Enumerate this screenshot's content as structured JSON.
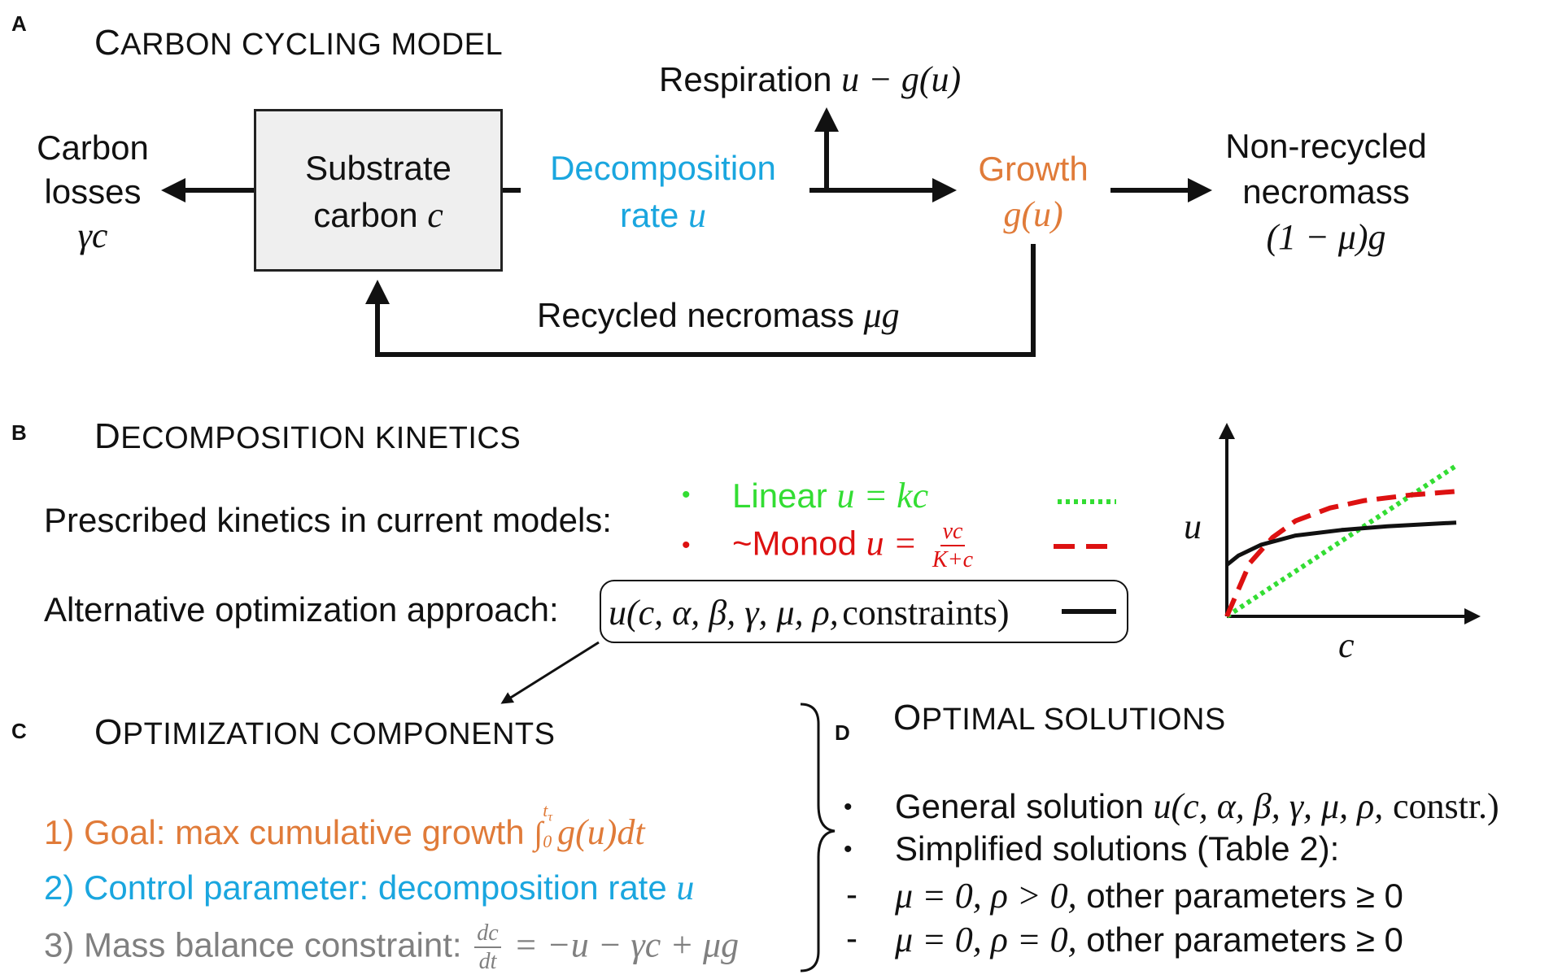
{
  "colors": {
    "blue": "#1aa6df",
    "orange": "#e07b39",
    "green": "#33dd33",
    "red": "#dd1111",
    "gray": "#808080",
    "black": "#111111"
  },
  "panel_a": {
    "label": "A",
    "title_first": "C",
    "title_rest": "ARBON CYCLING MODEL",
    "respiration_text": "Respiration",
    "respiration_math": "u − g(u)",
    "carbon_losses_line1": "Carbon",
    "carbon_losses_line2": "losses",
    "carbon_losses_math": "γc",
    "substrate_line1": "Substrate",
    "substrate_line2": "carbon",
    "substrate_math": "c",
    "decomp_line1": "Decomposition",
    "decomp_line2": "rate",
    "decomp_math": "u",
    "growth_text": "Growth",
    "growth_math": "g(u)",
    "nonrec_line1": "Non-recycled",
    "nonrec_line2": "necromass",
    "nonrec_math": "(1 − μ)g",
    "recycled_text": "Recycled necromass",
    "recycled_math": "μg"
  },
  "panel_b": {
    "label": "B",
    "title_first": "D",
    "title_rest": "ECOMPOSITION KINETICS",
    "prescribed_text": "Prescribed kinetics in current models:",
    "linear_bullet": "•",
    "linear_text": "Linear",
    "linear_math": "u = kc",
    "monod_bullet": "•",
    "monod_text": "~Monod",
    "monod_math": "u =",
    "monod_num": "vc",
    "monod_den": "K+c",
    "alternative_text": "Alternative optimization approach:",
    "alternative_math": "u(c, α, β, γ, μ, ρ,",
    "alternative_word": "constraints)",
    "plot_ylabel": "u",
    "plot_xlabel": "c"
  },
  "panel_c": {
    "label": "C",
    "title_first": "O",
    "title_rest": "PTIMIZATION COMPONENTS",
    "goal_text": "1) Goal: max cumulative growth",
    "goal_math": "∫",
    "goal_upper": "t",
    "goal_upper_sub": "τ",
    "goal_lower": "0",
    "goal_integrand": "g(u)dt",
    "control_text": "2) Control parameter: decomposition rate",
    "control_math": "u",
    "mass_text": "3) Mass balance constraint:",
    "mass_num": "dc",
    "mass_den": "dt",
    "mass_math": "= −u − γc + μg"
  },
  "panel_d": {
    "label": "D",
    "title_first": "O",
    "title_rest": "PTIMAL SOLUTIONS",
    "bullet": "•",
    "dash": "-",
    "general_text": "General solution",
    "general_math": "u(c, α, β, γ, μ, ρ,",
    "general_word": "constr.)",
    "simplified_text": "Simplified solutions (Table 2):",
    "case1_math": "μ = 0, ρ > 0,",
    "case1_text": "other parameters ≥ 0",
    "case2_math": "μ = 0, ρ = 0,",
    "case2_text": "other parameters ≥ 0"
  },
  "chart_data": {
    "type": "line",
    "xlabel": "c",
    "ylabel": "u",
    "series": [
      {
        "name": "Linear",
        "style": "dotted",
        "color": "#33dd33",
        "x": [
          0,
          1
        ],
        "y": [
          0,
          0.82
        ]
      },
      {
        "name": "~Monod",
        "style": "dashed",
        "color": "#dd1111",
        "x": [
          0,
          0.1,
          0.2,
          0.3,
          0.45,
          0.6,
          0.8,
          1.0
        ],
        "y": [
          0,
          0.29,
          0.43,
          0.52,
          0.59,
          0.63,
          0.66,
          0.68
        ]
      },
      {
        "name": "Optimization",
        "style": "solid",
        "color": "#111111",
        "x": [
          0,
          0.05,
          0.15,
          0.3,
          0.5,
          0.7,
          1.0
        ],
        "y": [
          0.28,
          0.33,
          0.39,
          0.44,
          0.47,
          0.49,
          0.51
        ]
      }
    ]
  }
}
